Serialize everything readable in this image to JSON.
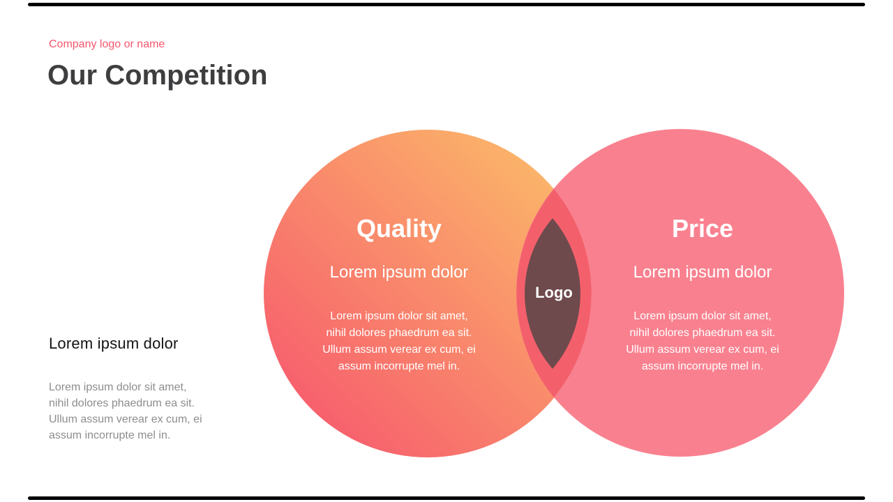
{
  "header": {
    "company": "Company logo or name",
    "title": "Our Competition"
  },
  "left_note": {
    "heading": "Lorem ipsum dolor",
    "body": "Lorem ipsum dolor sit amet,\nnihil dolores phaedrum ea sit.\nUllum assum verear ex cum, ei\nassum incorrupte mel in."
  },
  "venn": {
    "left": {
      "title": "Quality",
      "subtitle": "Lorem ipsum dolor",
      "body": "Lorem ipsum dolor sit amet,\nnihil dolores phaedrum ea sit.\nUllum assum verear ex cum, ei\nassum incorrupte mel in."
    },
    "right": {
      "title": "Price",
      "subtitle": "Lorem ipsum dolor",
      "body": "Lorem ipsum dolor sit amet,\nnihil dolores phaedrum ea sit.\nUllum assum verear ex cum, ei\nassum incorrupte mel in."
    },
    "center": {
      "label": "Logo"
    },
    "colors": {
      "left_gradient_start": "#f6506e",
      "left_gradient_end": "#fcc369",
      "right_circle": "#f9818f",
      "overlap_lens": "#f3606c",
      "logo_lens": "#6e4a4c",
      "accent_pink": "#f4566d",
      "title_text": "#3e3e40",
      "divider_bar": "#000000"
    }
  }
}
